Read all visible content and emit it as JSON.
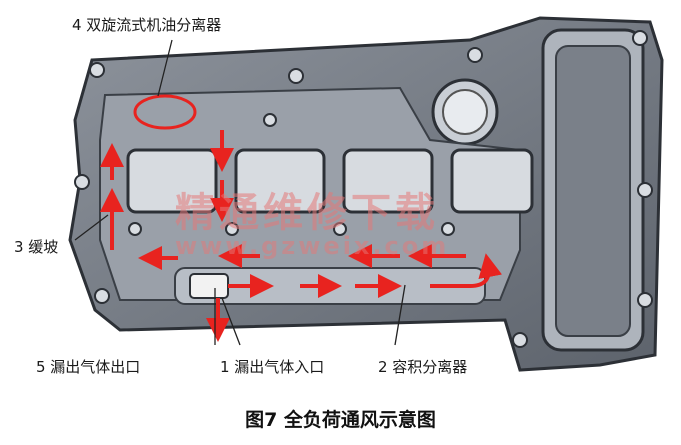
{
  "labels": {
    "separator": "4 双旋流式机油分离器",
    "ramp": "3 缓坡",
    "outlet": "5 漏出气体出口",
    "inlet": "1 漏出气体入口",
    "chamber": "2 容积分离器"
  },
  "watermark": {
    "text": "精通维修下载",
    "url": "www.gzweix.com"
  },
  "caption": "图7 全负荷通风示意图",
  "colors": {
    "flow_arrow": "#e8231f",
    "casting_dark": "#4a4f57",
    "casting_light": "#c7ccd3",
    "background": "#ffffff"
  }
}
